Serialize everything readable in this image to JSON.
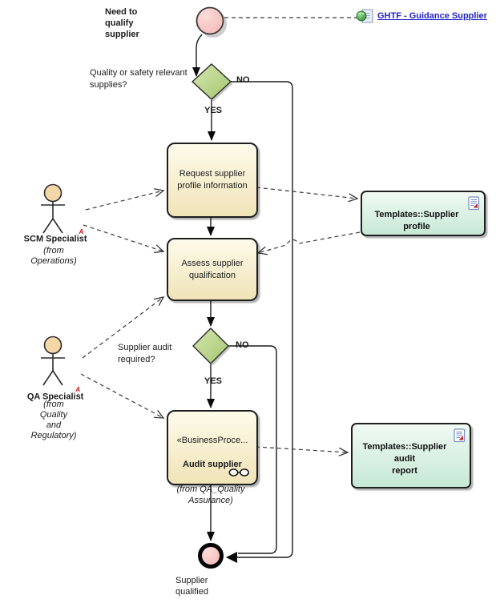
{
  "diagram": {
    "title_hint": "Supplier qualification activity diagram",
    "start_label": "Need to\nqualify\nsupplier",
    "end_label": "Supplier\nqualified",
    "link": {
      "label": "GHTF - Guidance Supplier"
    },
    "decision1": {
      "question": "Quality or safety relevant\nsupplies?",
      "no": "NO",
      "yes": "YES"
    },
    "decision2": {
      "question": "Supplier audit\nrequired?",
      "no": "NO",
      "yes": "YES"
    },
    "activities": {
      "request": "Request supplier\nprofile information",
      "assess": "Assess supplier\nqualification",
      "audit_stereotype": "«BusinessProce...",
      "audit": "Audit supplier",
      "audit_from": "(from QA_Quality\nAssurance)"
    },
    "actors": {
      "scm": {
        "name": "SCM Specialist",
        "stereo": "A",
        "from": "(from\nOperations)"
      },
      "qa": {
        "name": "QA Specialist",
        "stereo": "A",
        "from": "(from\nQuality\nand\nRegulatory)"
      }
    },
    "artifacts": {
      "profile": "Templates::Supplier profile",
      "report": "Templates::Supplier audit\nreport"
    },
    "colors": {
      "activity_fill": "#F7EFD2",
      "artifact_fill": "#D9F0E3",
      "decision_fill": "#BCD489",
      "node_fill": "#F6C4C2",
      "actor_head": "#F5D7A7",
      "link_blue": "#1F1FC8",
      "stereo_red": "#CC1111"
    }
  }
}
